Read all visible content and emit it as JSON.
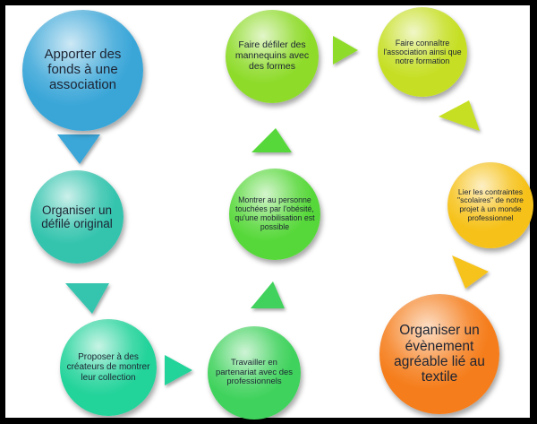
{
  "nodes": [
    {
      "id": "n1",
      "text": "Apporter des fonds à une association",
      "color": "#3aa6d8"
    },
    {
      "id": "n2",
      "text": "Organiser un défilé original",
      "color": "#34c4ae"
    },
    {
      "id": "n3",
      "text": "Proposer à des créateurs de montrer leur collection",
      "color": "#22d39a"
    },
    {
      "id": "n4",
      "text": "Travailler en partenariat avec des professionnels",
      "color": "#3fd25c"
    },
    {
      "id": "n5",
      "text": "Montrer au personne touchées par l'obésité, qu'une mobilisation est possible",
      "color": "#57d83a"
    },
    {
      "id": "n6",
      "text": "Faire défiler des mannequins avec des formes",
      "color": "#8edb2a"
    },
    {
      "id": "n7",
      "text": "Faire connaître l'association ainsi que notre formation",
      "color": "#c6df24"
    },
    {
      "id": "n8",
      "text": "Lier les contraintes \"scolaires\" de notre projet à un monde professionnel",
      "color": "#f6c21a"
    },
    {
      "id": "n9",
      "text": "Organiser un évènement agréable lié au textile",
      "color": "#f57d1b"
    }
  ],
  "arrow_colors": [
    "#3aa6d8",
    "#34c4ae",
    "#22d39a",
    "#3fd25c",
    "#57d83a",
    "#8edb2a",
    "#c6df24",
    "#f6c21a"
  ]
}
